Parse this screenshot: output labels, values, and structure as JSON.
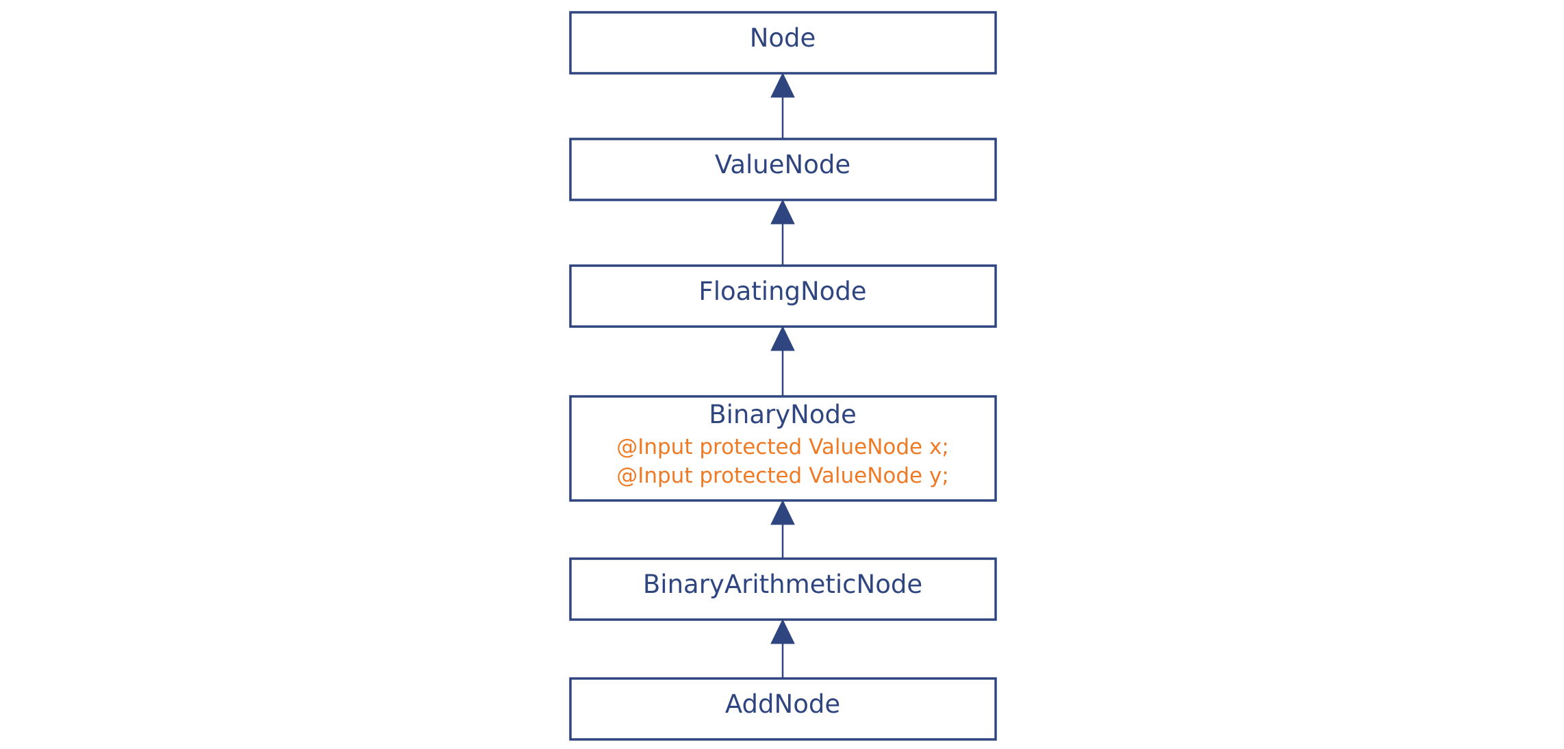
{
  "colors": {
    "class_stroke": "#2f4580",
    "class_text": "#2f4580",
    "field_text": "#ee7a26",
    "background": "#ffffff"
  },
  "classes": [
    {
      "name": "Node",
      "fields": []
    },
    {
      "name": "ValueNode",
      "fields": []
    },
    {
      "name": "FloatingNode",
      "fields": []
    },
    {
      "name": "BinaryNode",
      "fields": [
        "@Input protected ValueNode x;",
        "@Input protected ValueNode y;"
      ]
    },
    {
      "name": "BinaryArithmeticNode",
      "fields": []
    },
    {
      "name": "AddNode",
      "fields": []
    }
  ],
  "inheritance": [
    {
      "child": "ValueNode",
      "parent": "Node"
    },
    {
      "child": "FloatingNode",
      "parent": "ValueNode"
    },
    {
      "child": "BinaryNode",
      "parent": "FloatingNode"
    },
    {
      "child": "BinaryArithmeticNode",
      "parent": "BinaryNode"
    },
    {
      "child": "AddNode",
      "parent": "BinaryArithmeticNode"
    }
  ]
}
